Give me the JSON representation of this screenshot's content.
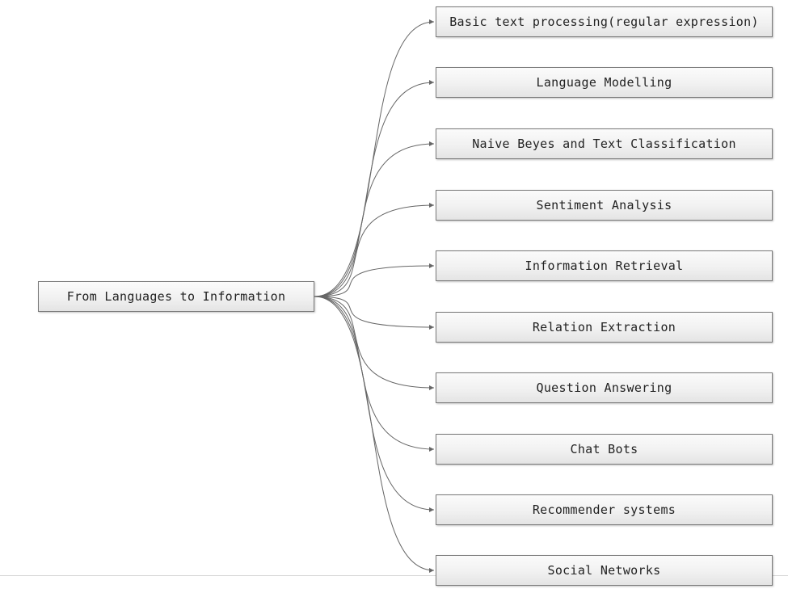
{
  "mindmap": {
    "root": "From Languages to Information",
    "children": [
      "Basic text processing(regular expression)",
      "Language Modelling",
      "Naive Beyes and Text Classification",
      "Sentiment Analysis",
      "Information Retrieval",
      "Relation Extraction",
      "Question Answering",
      "Chat Bots",
      "Recommender systems",
      "Social Networks"
    ]
  },
  "colors": {
    "link": "#666666",
    "node_border": "#7a7a7a",
    "text": "#222222"
  }
}
